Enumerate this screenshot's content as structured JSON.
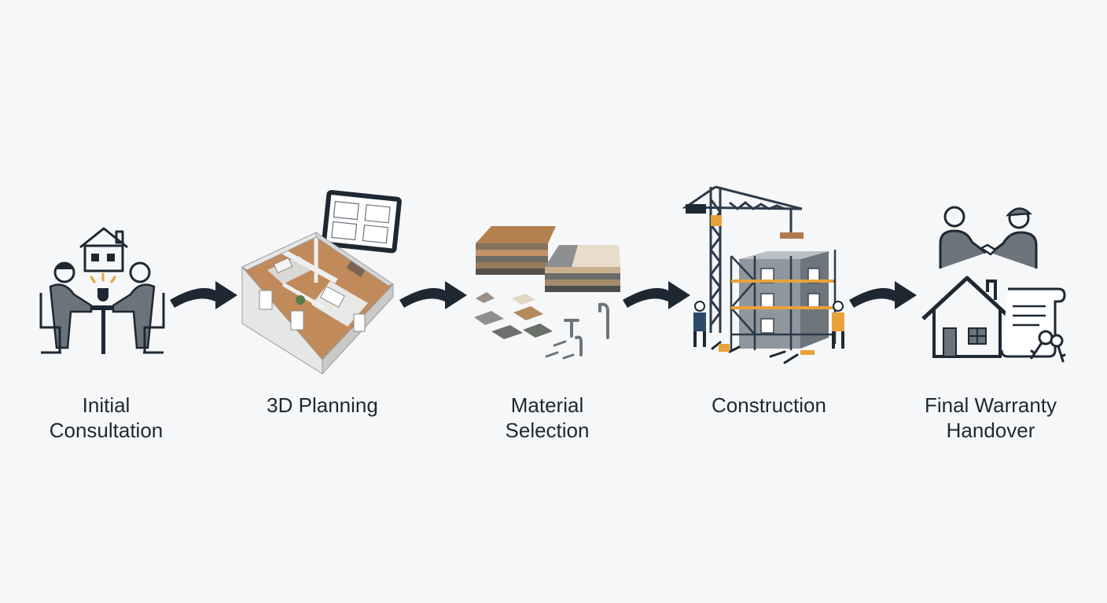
{
  "steps": [
    {
      "id": "consultation",
      "line1": "Initial",
      "line2": "Consultation",
      "icon": "consultation-meeting-icon"
    },
    {
      "id": "planning",
      "line1": "3D Planning",
      "line2": "",
      "icon": "3d-floorplan-icon"
    },
    {
      "id": "materials",
      "line1": "Material",
      "line2": "Selection",
      "icon": "material-samples-icon"
    },
    {
      "id": "construction",
      "line1": "Construction",
      "line2": "",
      "icon": "construction-site-icon"
    },
    {
      "id": "handover",
      "line1": "Final Warranty",
      "line2": "Handover",
      "icon": "handshake-house-keys-icon"
    }
  ],
  "colors": {
    "background": "#f6f7f9",
    "arrow": "#1d2833",
    "icon_dark": "#1d2833",
    "icon_gray": "#6b737b",
    "wood": "#b07a4f",
    "accent": "#e8a23a"
  }
}
